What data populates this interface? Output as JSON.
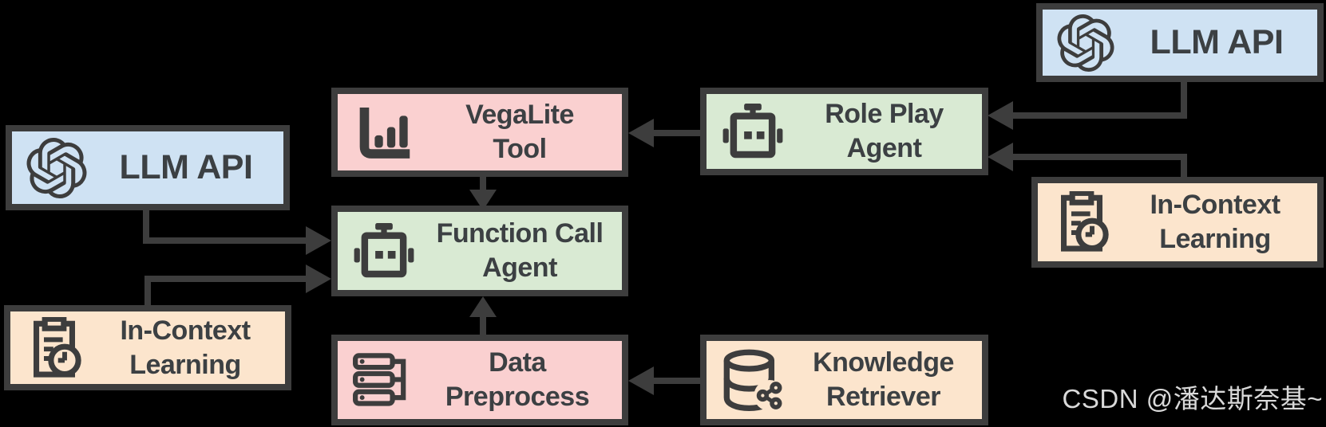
{
  "diagram": {
    "background": "#000000",
    "stroke_color": "#3d3d3d",
    "text_color": "#3c4043",
    "nodes": {
      "llm_api_left": {
        "label": "LLM API",
        "icon": "openai-logo",
        "color": "#cfe2f3"
      },
      "vegalite_tool": {
        "label": "VegaLite\nTool",
        "icon": "bar-chart",
        "color": "#fad0d0"
      },
      "function_call_agent": {
        "label": "Function Call\nAgent",
        "icon": "robot",
        "color": "#d9ead3"
      },
      "data_preprocess": {
        "label": "Data\nPreprocess",
        "icon": "server-stack",
        "color": "#fad0d0"
      },
      "role_play_agent": {
        "label": "Role Play\nAgent",
        "icon": "robot",
        "color": "#d9ead3"
      },
      "knowledge_retriever": {
        "label": "Knowledge\nRetriever",
        "icon": "database-share",
        "color": "#fce5cd"
      },
      "llm_api_top_right": {
        "label": "LLM API",
        "icon": "openai-logo",
        "color": "#cfe2f3"
      },
      "in_context_learning_right": {
        "label": "In-Context\nLearning",
        "icon": "clipboard-clock",
        "color": "#fce5cd"
      },
      "in_context_learning_left": {
        "label": "In-Context\nLearning",
        "icon": "clipboard-clock",
        "color": "#fce5cd"
      }
    },
    "edges": [
      {
        "from": "llm_api_top_right",
        "to": "role_play_agent"
      },
      {
        "from": "in_context_learning_right",
        "to": "role_play_agent"
      },
      {
        "from": "role_play_agent",
        "to": "vegalite_tool"
      },
      {
        "from": "vegalite_tool",
        "to": "function_call_agent"
      },
      {
        "from": "llm_api_left",
        "to": "function_call_agent"
      },
      {
        "from": "in_context_learning_left",
        "to": "function_call_agent"
      },
      {
        "from": "data_preprocess",
        "to": "function_call_agent"
      },
      {
        "from": "knowledge_retriever",
        "to": "data_preprocess"
      }
    ]
  },
  "watermark": {
    "text": "CSDN @潘达斯奈基~",
    "color": "#d9d9d9"
  }
}
